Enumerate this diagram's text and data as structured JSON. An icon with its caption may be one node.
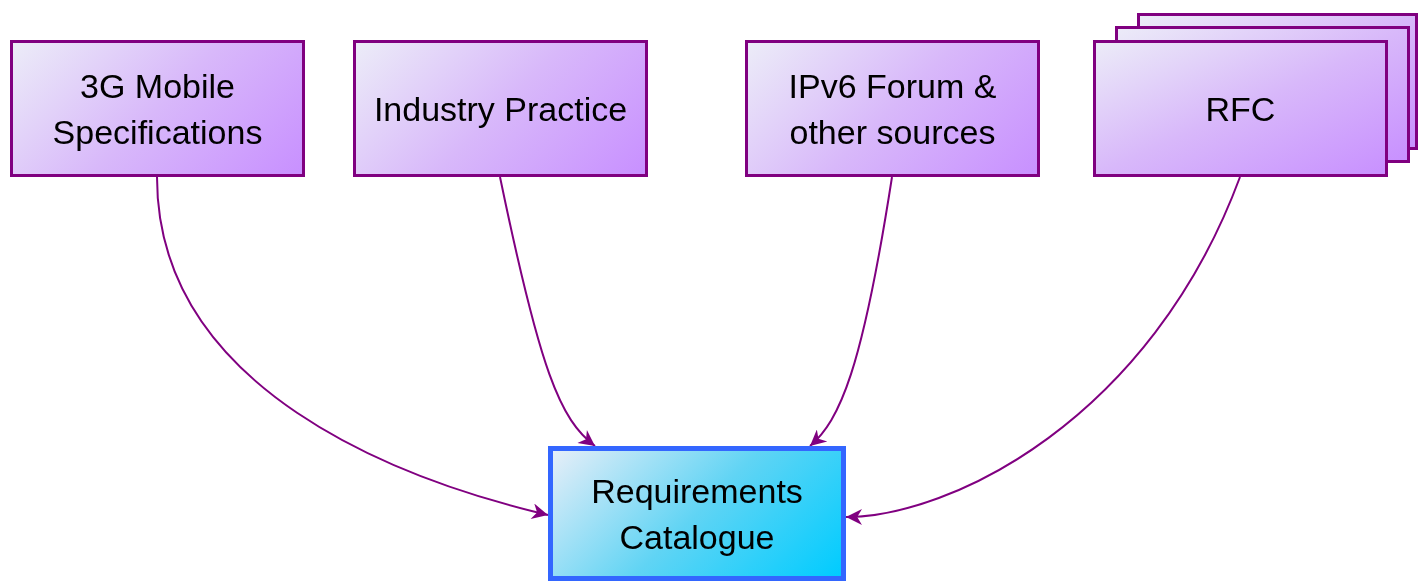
{
  "diagram": {
    "nodes": [
      {
        "text": [
          "3G Mobile Specifications"
        ]
      },
      {
        "text": [
          "Industry Practice"
        ]
      },
      {
        "text": [
          "IPv6 Forum & other sources"
        ]
      },
      {
        "text": [
          "RFC"
        ]
      },
      {
        "text": [
          "Requirements Catalogue"
        ]
      }
    ],
    "edges": [
      {
        "from": 0,
        "to": 4,
        "arrow": "to"
      },
      {
        "from": 1,
        "to": 4,
        "arrow": "to"
      },
      {
        "from": 2,
        "to": 4,
        "arrow": "to"
      },
      {
        "from": 3,
        "to": 4,
        "arrow": "to"
      }
    ]
  }
}
